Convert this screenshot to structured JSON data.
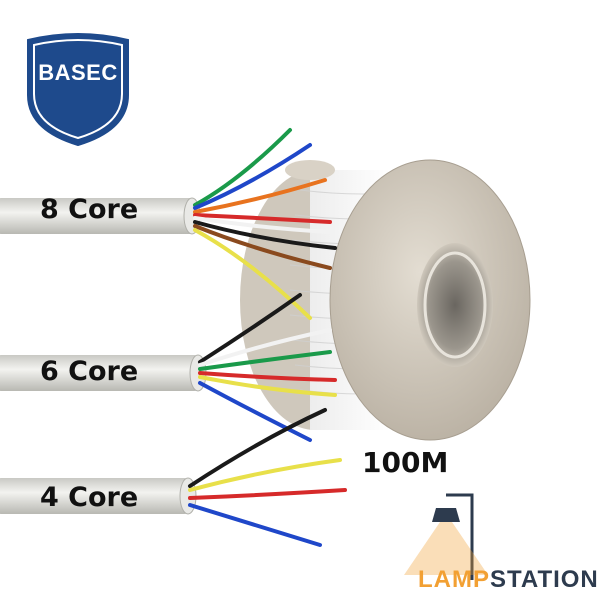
{
  "badge": {
    "text": "BASEC",
    "color": "#1e4a8c"
  },
  "cables": [
    {
      "label": "8 Core"
    },
    {
      "label": "6 Core"
    },
    {
      "label": "4 Core"
    }
  ],
  "reel": {
    "length_label": "100M"
  },
  "brand": {
    "part1": "LAMP",
    "part2": "STATION",
    "color1": "#f2a033",
    "color2": "#2d3b4e"
  },
  "wire_colors": {
    "green": "#1a9a4a",
    "blue": "#1f47c9",
    "orange": "#e8731f",
    "red": "#d62a2a",
    "white": "#f2f2f2",
    "black": "#1a1a1a",
    "brown": "#8a4a1e",
    "yellow": "#e8e04a"
  }
}
